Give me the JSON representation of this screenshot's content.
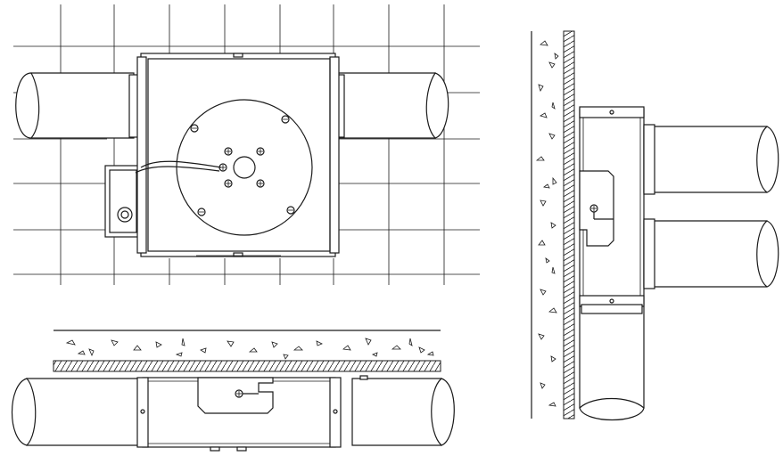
{
  "figure": {
    "views": [
      {
        "id": "ceiling-view"
      },
      {
        "id": "floor-view"
      },
      {
        "id": "wall-view"
      }
    ],
    "colors": {
      "line": "#1a1a1a",
      "background": "#ffffff"
    }
  }
}
